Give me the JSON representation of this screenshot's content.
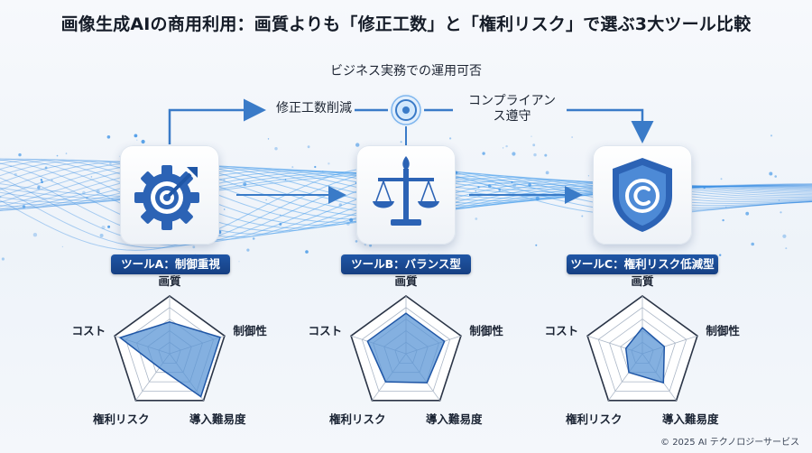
{
  "title": "画像生成AIの商用利用：画質よりも「修正工数」と「権利リスク」で選ぶ3大ツール比較",
  "subtitle": "ビジネス実務での運用可否",
  "flow": {
    "left_label": "修正工数削減",
    "right_label": "コンプライアンス遵守"
  },
  "tools": [
    {
      "label": "ツールA：制御重視",
      "icon": "gear-target-icon"
    },
    {
      "label": "ツールB：バランス型",
      "icon": "scales-icon"
    },
    {
      "label": "ツールC：権利リスク低減型",
      "icon": "copyright-shield-icon"
    }
  ],
  "radar": {
    "axes": [
      "画質",
      "制御性",
      "導入難易度",
      "権利リスク",
      "コスト"
    ],
    "max": 1.0,
    "charts": [
      {
        "values": [
          0.55,
          0.92,
          0.92,
          0.3,
          0.9
        ]
      },
      {
        "values": [
          0.7,
          0.7,
          0.62,
          0.6,
          0.7
        ]
      },
      {
        "values": [
          0.45,
          0.4,
          0.62,
          0.4,
          0.3
        ]
      }
    ]
  },
  "colors": {
    "accent": "#1f56a6",
    "fill": "#5b95d6",
    "arrow": "#3a7bc8"
  },
  "footer": "© 2025 AI テクノロジーサービス"
}
